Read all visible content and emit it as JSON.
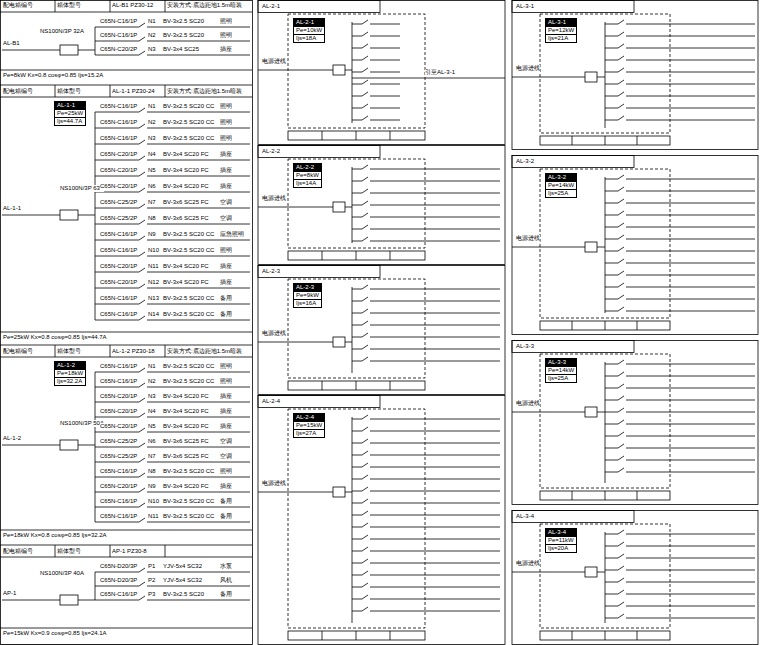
{
  "diagram": {
    "nodes": [
      {
        "text": [
          "AL-1-1",
          "Pe=25kW",
          "Ijs=44.7A"
        ]
      },
      {
        "text": [
          "AL-1-2",
          "Pe=18kW",
          "Ijs=32.2A"
        ]
      },
      {
        "text": [
          "AL-2-1",
          "Pe=10kW",
          "Ijs=18A"
        ]
      },
      {
        "text": [
          "AL-2-2",
          "Pe=8kW",
          "Ijs=14A"
        ]
      },
      {
        "text": [
          "AL-2-3",
          "Pe=9kW",
          "Ijs=16A"
        ]
      },
      {
        "text": [
          "AL-2-4",
          "Pe=15kW",
          "Ijs=27A"
        ]
      },
      {
        "text": [
          "AL-3-1",
          "Pe=12kW",
          "Ijs=21A"
        ]
      },
      {
        "text": [
          "AL-3-2",
          "Pe=14kW",
          "Ijs=25A"
        ]
      },
      {
        "text": [
          "AL-3-3",
          "Pe=14kW",
          "Ijs=25A"
        ]
      },
      {
        "text": [
          "AL-3-4",
          "Pe=11kW",
          "Ijs=20A"
        ]
      }
    ],
    "labels": [
      "配电箱编号",
      "箱体型号",
      "AL-B1 PZ30-12",
      "安装方式:底边距地1.5m暗装",
      "AL-B1",
      "NS100N/3P 32A",
      "C65N-C16/1P",
      "N1",
      "BV-3x2.5 SC20",
      "照明",
      "C65N-C16/1P",
      "N2",
      "BV-3x2.5 SC20",
      "照明",
      "C65N-C20/2P",
      "N3",
      "BV-3x4 SC25",
      "插座",
      "Pe=8kW Kx=0.8 cosφ=0.85 Ijs=15.2A",
      "配电箱编号",
      "箱体型号",
      "AL-1-1 PZ30-24",
      "安装方式:底边距地1.5m暗装",
      "AL-1-1",
      "NS100N/3P 63A",
      "C65N-C16/1P",
      "N1",
      "BV-3x2.5 SC20 CC",
      "照明",
      "C65N-C16/1P",
      "N2",
      "BV-3x2.5 SC20 CC",
      "照明",
      "C65N-C16/1P",
      "N3",
      "BV-3x2.5 SC20 CC",
      "照明",
      "C65N-C20/1P",
      "N4",
      "BV-3x4 SC20 FC",
      "插座",
      "C65N-C20/1P",
      "N5",
      "BV-3x4 SC20 FC",
      "插座",
      "C65N-C20/1P",
      "N6",
      "BV-3x4 SC20 FC",
      "插座",
      "C65N-C25/2P",
      "N7",
      "BV-3x6 SC25 FC",
      "空调",
      "C65N-C25/2P",
      "N8",
      "BV-3x6 SC25 FC",
      "空调",
      "C65N-C16/1P",
      "N9",
      "BV-3x2.5 SC20 CC",
      "应急照明",
      "C65N-C16/1P",
      "N10",
      "BV-3x2.5 SC20 CC",
      "照明",
      "C65N-C20/1P",
      "N11",
      "BV-3x4 SC20 FC",
      "插座",
      "C65N-C20/1P",
      "N12",
      "BV-3x4 SC20 FC",
      "插座",
      "C65N-C16/1P",
      "N13",
      "BV-3x2.5 SC20 CC",
      "备用",
      "C65N-C16/1P",
      "N14",
      "BV-3x2.5 SC20 CC",
      "备用",
      "Pe=25kW Kx=0.8 cosφ=0.85 Ijs=44.7A",
      "配电箱编号",
      "箱体型号",
      "AL-1-2 PZ30-18",
      "安装方式:底边距地1.5m暗装",
      "AL-1-2",
      "NS100N/3P 50A",
      "C65N-C16/1P",
      "N1",
      "BV-3x2.5 SC20 CC",
      "照明",
      "C65N-C16/1P",
      "N2",
      "BV-3x2.5 SC20 CC",
      "照明",
      "C65N-C20/1P",
      "N3",
      "BV-3x4 SC20 FC",
      "插座",
      "C65N-C20/1P",
      "N4",
      "BV-3x4 SC20 FC",
      "插座",
      "C65N-C20/1P",
      "N5",
      "BV-3x4 SC20 FC",
      "插座",
      "C65N-C25/2P",
      "N6",
      "BV-3x6 SC25 FC",
      "空调",
      "C65N-C25/2P",
      "N7",
      "BV-3x6 SC25 FC",
      "空调",
      "C65N-C16/1P",
      "N8",
      "BV-3x2.5 SC20 CC",
      "照明",
      "C65N-C20/1P",
      "N9",
      "BV-3x4 SC20 FC",
      "插座",
      "C65N-C16/1P",
      "N10",
      "BV-3x2.5 SC20 CC",
      "备用",
      "C65N-C16/1P",
      "N11",
      "BV-3x2.5 SC20 CC",
      "备用",
      "Pe=18kW Kx=0.8 cosφ=0.85 Ijs=32.2A",
      "配电箱编号",
      "箱体型号",
      "AP-1 PZ30-8",
      "AP-1",
      "NS100N/3P 40A",
      "C65N-D20/3P",
      "P1",
      "YJV-5x4 SC32",
      "水泵",
      "C65N-D20/3P",
      "P2",
      "YJV-5x4 SC32",
      "风机",
      "C65N-C16/1P",
      "P3",
      "BV-3x2.5 SC20",
      "备用",
      "Pe=15kW Kx=0.9 cosφ=0.85 Ijs=24.1A",
      "AL-2-1",
      "电源进线",
      "引至AL-3-1",
      "AL-2-2",
      "电源进线",
      "AL-2-3",
      "电源进线",
      "AL-2-4",
      "电源进线",
      "AL-3-1",
      "电源进线",
      "AL-3-2",
      "电源进线",
      "AL-3-3",
      "电源进线",
      "AL-3-4",
      "电源进线"
    ]
  }
}
